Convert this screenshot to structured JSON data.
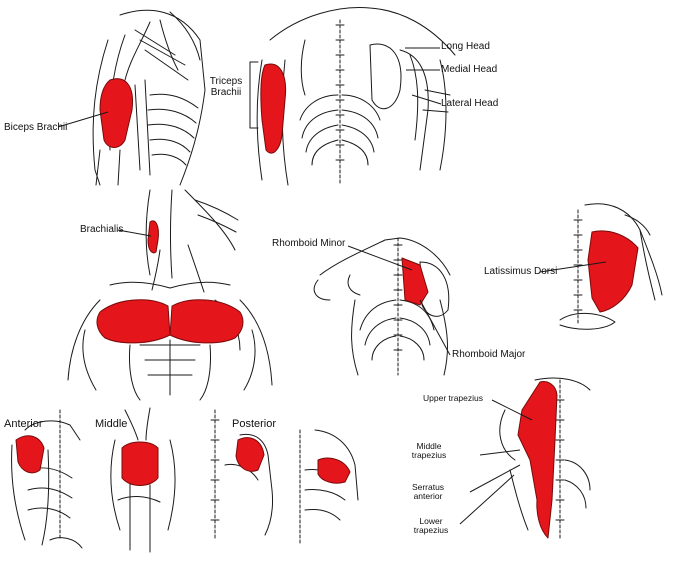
{
  "labels": {
    "biceps_brachii": "Biceps Brachii",
    "triceps_line1": "Triceps",
    "triceps_line2": "Brachii",
    "long_head": "Long Head",
    "medial_head": "Medial Head",
    "lateral_head": "Lateral Head",
    "brachialis": "Brachialis",
    "rhomboid_minor": "Rhomboid Minor",
    "rhomboid_major": "Rhomboid Major",
    "latissimus_dorsi": "Latissimus Dorsi",
    "anterior": "Anterior",
    "middle": "Middle",
    "posterior": "Posterior",
    "upper_trapezius": "Upper trapezius",
    "middle_trapezius_line1": "Middle",
    "middle_trapezius_line2": "trapezius",
    "serratus_line1": "Serratus",
    "serratus_line2": "anterior",
    "lower_trapezius_line1": "Lower",
    "lower_trapezius_line2": "trapezius"
  },
  "colors": {
    "muscle": "#e4161b",
    "ink": "#1a1a1a",
    "bone": "#ffffff"
  }
}
